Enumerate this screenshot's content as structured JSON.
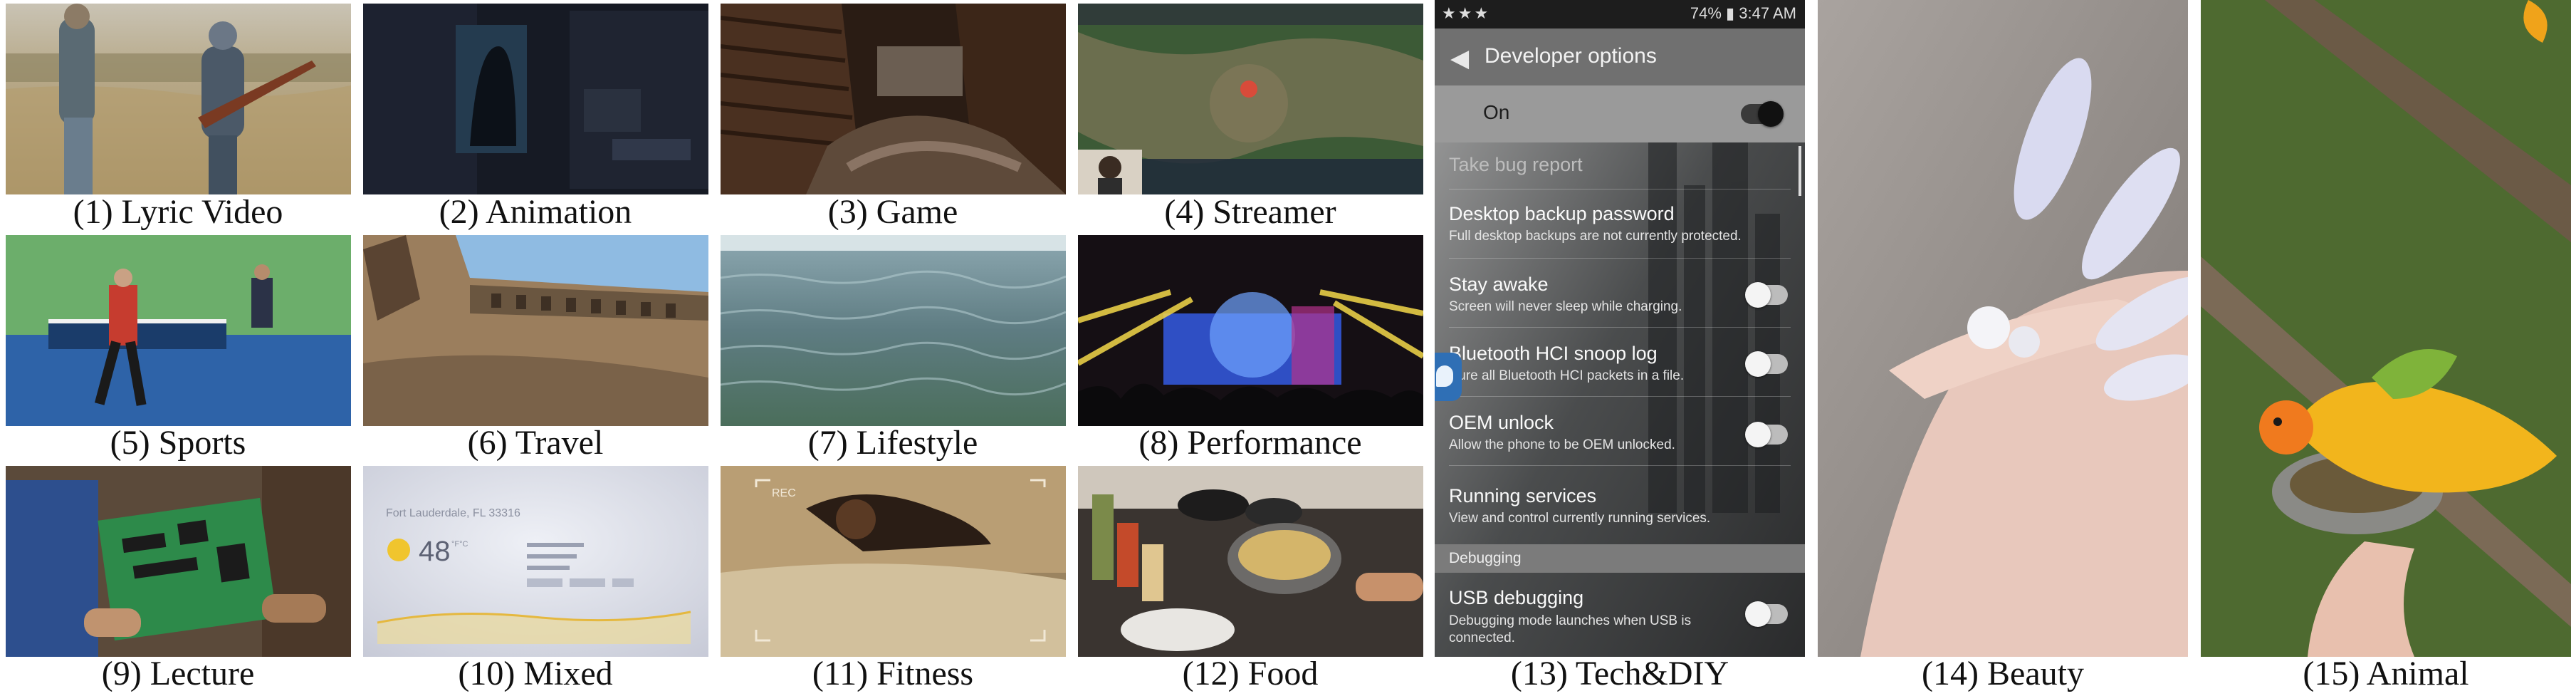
{
  "captions": [
    "(1) Lyric Video",
    "(2) Animation",
    "(3) Game",
    "(4) Streamer",
    "(5) Sports",
    "(6) Travel",
    "(7) Lifestyle",
    "(8) Performance",
    "(9) Lecture",
    "(10) Mixed",
    "(11) Fitness",
    "(12) Food",
    "(13) Tech&DIY",
    "(14) Beauty",
    "(15) Animal"
  ],
  "weather": {
    "city": "Fort Lauderdale, FL 33316",
    "temp": "48",
    "unit": "°F°C"
  },
  "fitness": {
    "rec": "REC"
  },
  "phone": {
    "status_left": "★★★",
    "status_right": "74% ▮ 3:47 AM",
    "title": "Developer options",
    "master_label": "On",
    "rows": [
      {
        "title": "Take bug report",
        "subtitle": ""
      },
      {
        "title": "Desktop backup password",
        "subtitle": "Full desktop backups are not currently protected."
      },
      {
        "title": "Stay awake",
        "subtitle": "Screen will never sleep while charging."
      },
      {
        "title": "Bluetooth HCI snoop log",
        "subtitle": "ture all Bluetooth HCI packets in a file."
      },
      {
        "title": "OEM unlock",
        "subtitle": "Allow the phone to be OEM unlocked."
      },
      {
        "title": "Running services",
        "subtitle": "View and control currently running services."
      },
      {
        "title": "USB debugging",
        "subtitle": "Debugging mode launches when USB is connected."
      }
    ],
    "section_debugging": "Debugging"
  },
  "colors": {
    "caption_text": "#111111",
    "phone_bg": "#2a2c2d",
    "appbar": "#707070",
    "switch_on_knob": "#111111"
  }
}
